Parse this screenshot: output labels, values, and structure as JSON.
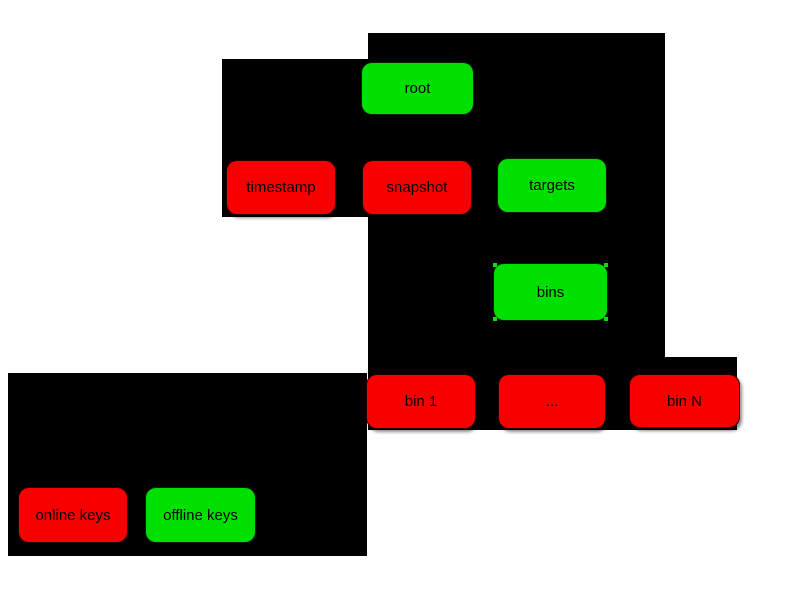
{
  "diagram": {
    "colors": {
      "online_key_role": "#f80000",
      "offline_key_role": "#00e000",
      "panel_background": "#000000",
      "page_background": "#ffffff",
      "label_text": "#000000"
    },
    "nodes": [
      {
        "id": "root",
        "label": "root",
        "color": "#00e000"
      },
      {
        "id": "timestamp",
        "label": "timestamp",
        "color": "#f80000"
      },
      {
        "id": "snapshot",
        "label": "snapshot",
        "color": "#f80000"
      },
      {
        "id": "targets",
        "label": "targets",
        "color": "#00e000"
      },
      {
        "id": "bins",
        "label": "bins",
        "color": "#00e000"
      },
      {
        "id": "bin-1",
        "label": "bin 1",
        "color": "#f80000"
      },
      {
        "id": "bin-ellipsis",
        "label": "...",
        "color": "#f80000"
      },
      {
        "id": "bin-n",
        "label": "bin N",
        "color": "#f80000"
      },
      {
        "id": "online-keys",
        "label": "online keys",
        "color": "#f80000"
      },
      {
        "id": "offline-keys",
        "label": "offline keys",
        "color": "#00e000"
      }
    ]
  }
}
